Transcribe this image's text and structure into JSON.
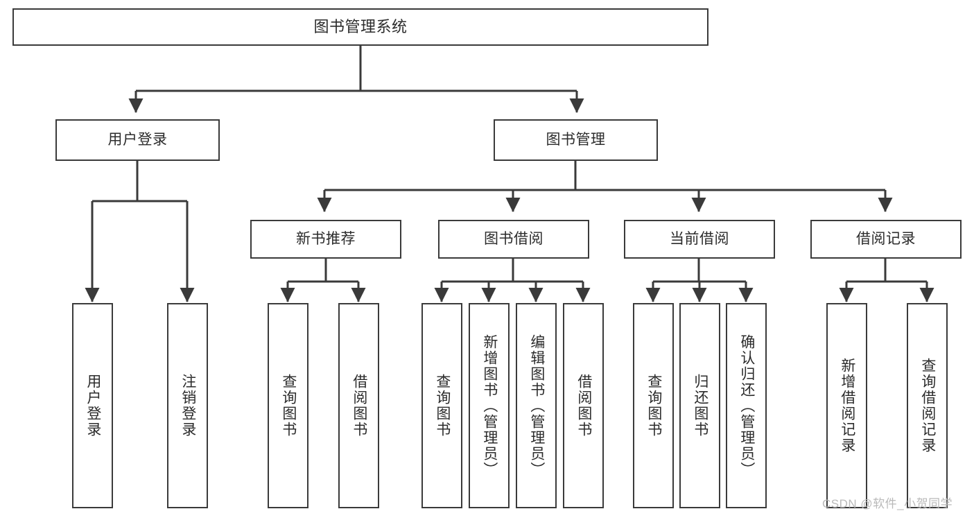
{
  "diagram": {
    "title": "图书管理系统",
    "type": "hierarchy-tree",
    "root": {
      "label": "图书管理系统"
    },
    "level2": [
      {
        "label": "用户登录"
      },
      {
        "label": "图书管理"
      }
    ],
    "level3": [
      {
        "label": "新书推荐"
      },
      {
        "label": "图书借阅"
      },
      {
        "label": "当前借阅"
      },
      {
        "label": "借阅记录"
      }
    ],
    "leaves": {
      "user_login": [
        {
          "label": "用户登录"
        },
        {
          "label": "注销登录"
        }
      ],
      "new_book_recommend": [
        {
          "label": "查询图书"
        },
        {
          "label": "借阅图书"
        }
      ],
      "book_borrow": [
        {
          "label": "查询图书"
        },
        {
          "label": "新增图书（管理员）"
        },
        {
          "label": "编辑图书（管理员）"
        },
        {
          "label": "借阅图书"
        }
      ],
      "current_borrow": [
        {
          "label": "查询图书"
        },
        {
          "label": "归还图书"
        },
        {
          "label": "确认归还（管理员）"
        }
      ],
      "borrow_record": [
        {
          "label": "新增借阅记录"
        },
        {
          "label": "查询借阅记录"
        }
      ]
    }
  },
  "watermark": {
    "text": "CSDN @软件_小贺同学"
  },
  "colors": {
    "border": "#3a3a3a",
    "text": "#2b2b2b",
    "background": "#ffffff",
    "watermark": "#b9b9b9"
  }
}
